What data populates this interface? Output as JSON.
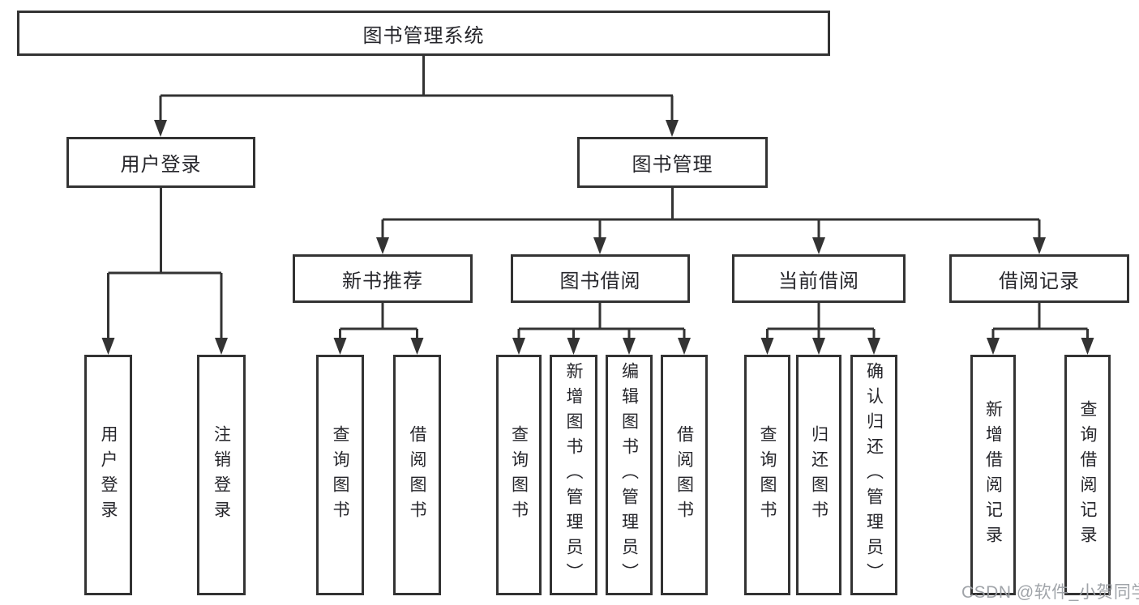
{
  "diagram": {
    "root": {
      "label": "图书管理系统"
    },
    "branches": [
      {
        "label": "用户登录",
        "children": [
          {
            "label": "用户登录"
          },
          {
            "label": "注销登录"
          }
        ]
      },
      {
        "label": "图书管理",
        "children": [
          {
            "label": "新书推荐",
            "children": [
              {
                "label": "查询图书"
              },
              {
                "label": "借阅图书"
              }
            ]
          },
          {
            "label": "图书借阅",
            "children": [
              {
                "label": "查询图书"
              },
              {
                "label": "新增图书（管理员）"
              },
              {
                "label": "编辑图书（管理员）"
              },
              {
                "label": "借阅图书"
              }
            ]
          },
          {
            "label": "当前借阅",
            "children": [
              {
                "label": "查询图书"
              },
              {
                "label": "归还图书"
              },
              {
                "label": "确认归还（管理员）"
              }
            ]
          },
          {
            "label": "借阅记录",
            "children": [
              {
                "label": "新增借阅记录"
              },
              {
                "label": "查询借阅记录"
              }
            ]
          }
        ]
      }
    ]
  },
  "watermark": {
    "text": "CSDN @软件_小贺同学"
  },
  "colors": {
    "line": "#333333",
    "box_border": "#333333",
    "text": "#26262b",
    "background": "#ffffff",
    "watermark": "#9b9fa4"
  }
}
